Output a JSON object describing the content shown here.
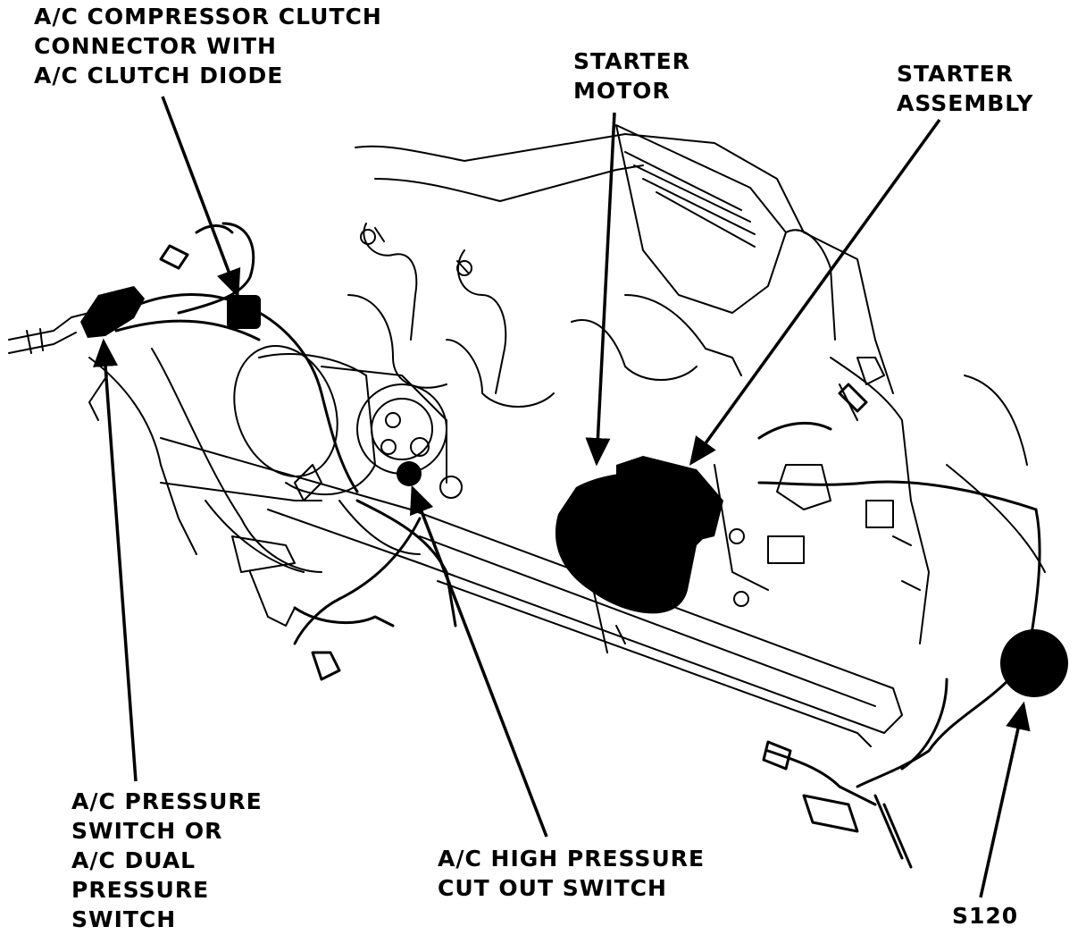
{
  "callouts": {
    "compressor_clutch": [
      "A/C COMPRESSOR CLUTCH",
      "CONNECTOR WITH",
      "A/C CLUTCH DIODE"
    ],
    "starter_motor": [
      "STARTER",
      "MOTOR"
    ],
    "starter_assembly": [
      "STARTER",
      "ASSEMBLY"
    ],
    "pressure_switch": [
      "A/C PRESSURE",
      "SWITCH OR",
      "A/C DUAL",
      "PRESSURE",
      "SWITCH"
    ],
    "high_pressure_switch": [
      "A/C HIGH PRESSURE",
      "CUT OUT SWITCH"
    ],
    "splice": [
      "S120"
    ]
  },
  "colors": {
    "ink": "#000000",
    "paper": "#ffffff"
  }
}
